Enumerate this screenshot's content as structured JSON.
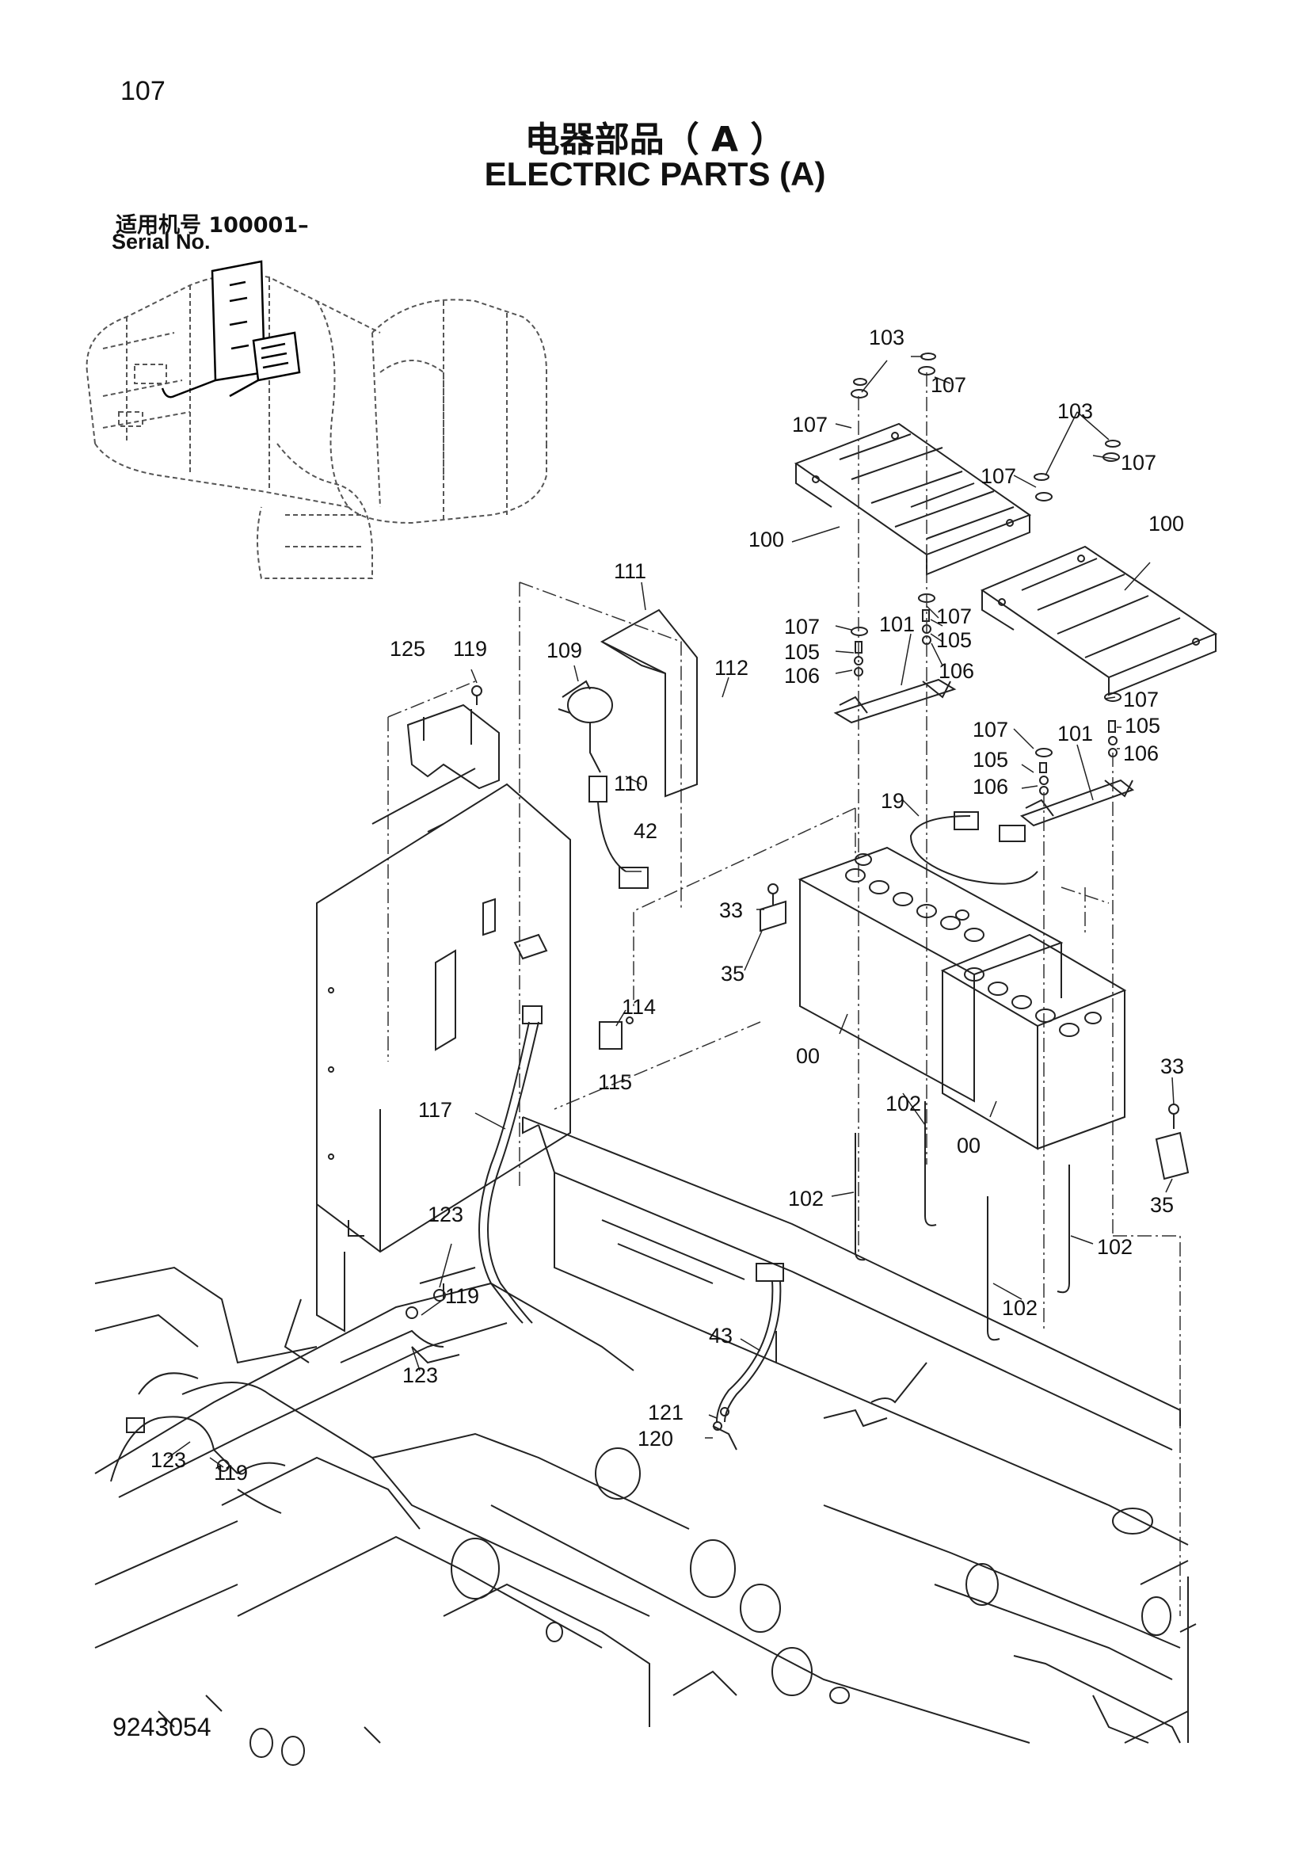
{
  "header": {
    "page_number": "107",
    "title_cn": "电器部品（ A ）",
    "title_en": "ELECTRIC PARTS (A)",
    "serial_label_cn": "适用机号  100001–",
    "serial_label_en": "Serial No."
  },
  "footer": {
    "document_number": "9243054"
  },
  "callouts": {
    "c103a": "103",
    "c107a": "107",
    "c107b": "107",
    "c103b": "103",
    "c107c": "107",
    "c107d": "107",
    "c100a": "100",
    "c100b": "100",
    "c111": "111",
    "c125": "125",
    "c119a": "119",
    "c109": "109",
    "c112": "112",
    "c107e": "107",
    "c105a": "105",
    "c106a": "106",
    "c101a": "101",
    "c107f": "107",
    "c105b": "105",
    "c106b": "106",
    "c107g": "107",
    "c107h": "107",
    "c105c": "105",
    "c106c": "106",
    "c101b": "101",
    "c105d": "105",
    "c106d": "106",
    "c110": "110",
    "c42": "42",
    "c19": "19",
    "c33a": "33",
    "c35a": "35",
    "c114": "114",
    "c115": "115",
    "c00a": "00",
    "c00b": "00",
    "c102a": "102",
    "c33b": "33",
    "c35b": "35",
    "c117": "117",
    "c102b": "102",
    "c102c": "102",
    "c102d": "102",
    "c123a": "123",
    "c119b": "119",
    "c123b": "123",
    "c43": "43",
    "c121": "121",
    "c120": "120",
    "c123c": "123",
    "c119c": "119"
  }
}
